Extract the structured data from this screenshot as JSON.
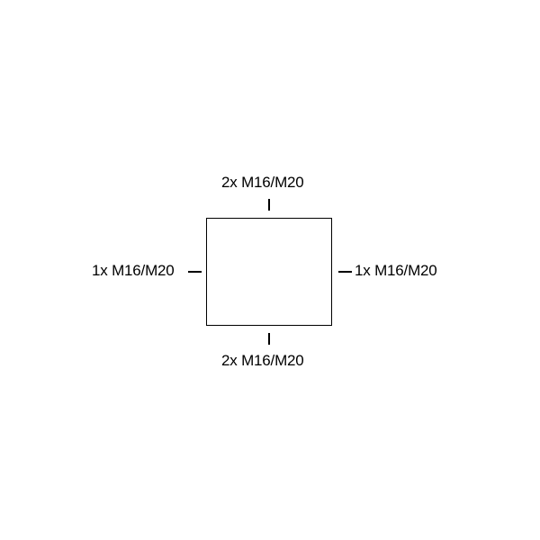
{
  "diagram": {
    "top_label": "2x M16/M20",
    "bottom_label": "2x M16/M20",
    "left_label": "1x M16/M20",
    "right_label": "1x M16/M20"
  }
}
